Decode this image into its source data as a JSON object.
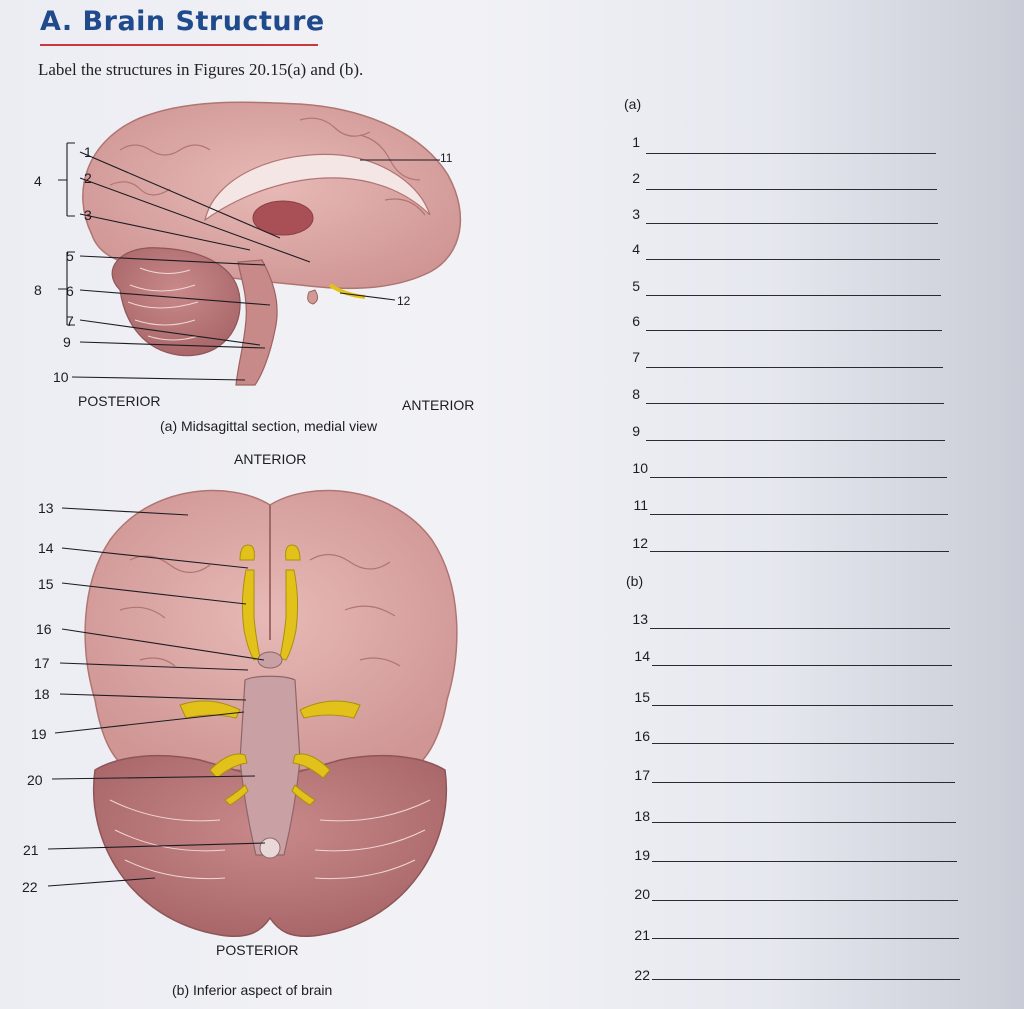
{
  "header": {
    "title": "A. Brain Structure",
    "instruction": "Label the structures in Figures 20.15(a) and (b)."
  },
  "figure_a": {
    "posterior": "POSTERIOR",
    "anterior": "ANTERIOR",
    "caption": "(a) Midsagittal section, medial view",
    "labels": [
      "1",
      "2",
      "3",
      "4",
      "5",
      "6",
      "7",
      "8",
      "9",
      "10",
      "11",
      "12"
    ]
  },
  "figure_b": {
    "anterior": "ANTERIOR",
    "posterior": "POSTERIOR",
    "caption": "(b) Inferior aspect of brain",
    "labels": [
      "13",
      "14",
      "15",
      "16",
      "17",
      "18",
      "19",
      "20",
      "21",
      "22"
    ]
  },
  "answers": {
    "heading_a": "(a)",
    "heading_b": "(b)",
    "a_numbers": [
      "1",
      "2",
      "3",
      "4",
      "5",
      "6",
      "7",
      "8",
      "9",
      "10",
      "11",
      "12"
    ],
    "b_numbers": [
      "13",
      "14",
      "15",
      "16",
      "17",
      "18",
      "19",
      "20",
      "21",
      "22"
    ]
  },
  "colors": {
    "title": "#1f4a8c",
    "title_rule": "#c8383c",
    "brain_tissue": "#d9a3a0",
    "brain_dark": "#b77a78",
    "nerve_yellow": "#e2c21a"
  }
}
